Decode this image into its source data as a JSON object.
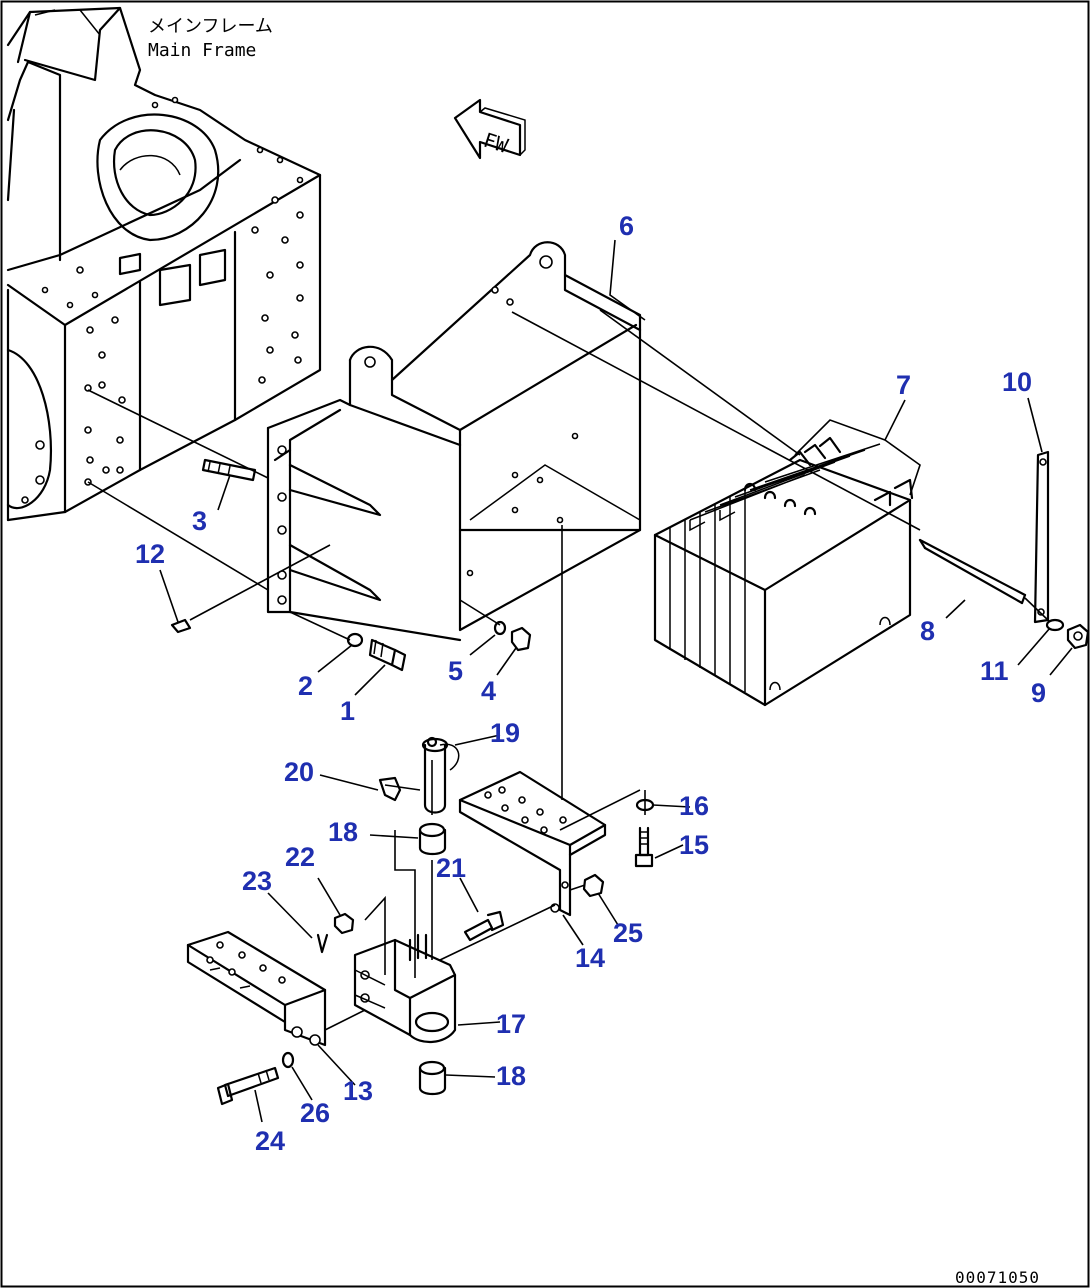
{
  "frame_label": {
    "jp": "メインフレーム",
    "en": "Main Frame"
  },
  "direction_label": "FW",
  "drawing_code": "00071050",
  "callouts": [
    {
      "id": "1",
      "part": "bolt"
    },
    {
      "id": "2",
      "part": "washer"
    },
    {
      "id": "3",
      "part": "stud"
    },
    {
      "id": "4",
      "part": "nut"
    },
    {
      "id": "5",
      "part": "washer"
    },
    {
      "id": "6",
      "part": "weight-bracket"
    },
    {
      "id": "7",
      "part": "counterweight-plates"
    },
    {
      "id": "8",
      "part": "rod"
    },
    {
      "id": "9",
      "part": "nut"
    },
    {
      "id": "10",
      "part": "strap"
    },
    {
      "id": "11",
      "part": "washer"
    },
    {
      "id": "12",
      "part": "plug"
    },
    {
      "id": "13",
      "part": "bracket"
    },
    {
      "id": "14",
      "part": "bracket"
    },
    {
      "id": "15",
      "part": "bolt"
    },
    {
      "id": "16",
      "part": "washer"
    },
    {
      "id": "17",
      "part": "hitch"
    },
    {
      "id": "18",
      "part": "bushing"
    },
    {
      "id": "18",
      "part": "bushing"
    },
    {
      "id": "19",
      "part": "pin"
    },
    {
      "id": "20",
      "part": "clip"
    },
    {
      "id": "21",
      "part": "bolt"
    },
    {
      "id": "22",
      "part": "nut"
    },
    {
      "id": "23",
      "part": "cotter-pin"
    },
    {
      "id": "24",
      "part": "bolt"
    },
    {
      "id": "25",
      "part": "nut"
    },
    {
      "id": "26",
      "part": "washer"
    }
  ]
}
